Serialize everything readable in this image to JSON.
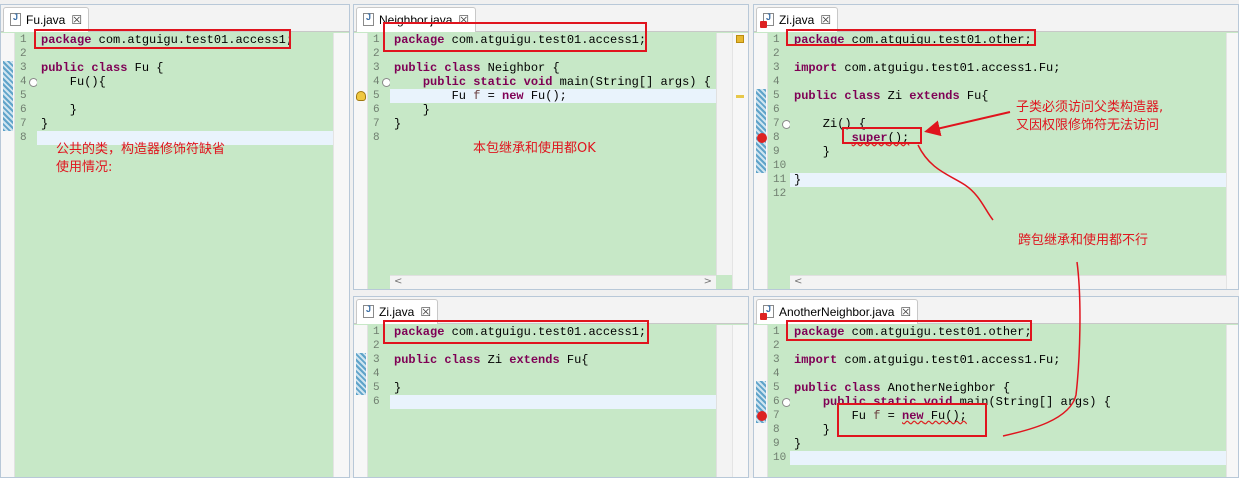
{
  "panes": {
    "fu": {
      "tab": "Fu.java",
      "lines": [
        "1",
        "2",
        "3",
        "4",
        "5",
        "6",
        "7",
        "8"
      ],
      "code": [
        "package com.atguigu.test01.access1;",
        "",
        "public class Fu {",
        "    Fu(){",
        "",
        "    }",
        "}",
        ""
      ]
    },
    "neighbor": {
      "tab": "Neighbor.java",
      "lines": [
        "1",
        "2",
        "3",
        "4",
        "5",
        "6",
        "7",
        "8"
      ],
      "code": [
        "package com.atguigu.test01.access1;",
        "",
        "public class Neighbor {",
        "    public static void main(String[] args) {",
        "        Fu f = new Fu();",
        "    }",
        "}",
        ""
      ]
    },
    "zi_other": {
      "tab": "Zi.java",
      "lines": [
        "1",
        "2",
        "3",
        "4",
        "5",
        "6",
        "7",
        "8",
        "9",
        "10",
        "11",
        "12"
      ],
      "code": [
        "package com.atguigu.test01.other;",
        "",
        "import com.atguigu.test01.access1.Fu;",
        "",
        "public class Zi extends Fu{",
        "",
        "    Zi() {",
        "        super();",
        "    }",
        "",
        "}",
        ""
      ]
    },
    "zi_access1": {
      "tab": "Zi.java",
      "lines": [
        "1",
        "2",
        "3",
        "4",
        "5",
        "6"
      ],
      "code": [
        "package com.atguigu.test01.access1;",
        "",
        "public class Zi extends Fu{",
        "",
        "}",
        ""
      ]
    },
    "another": {
      "tab": "AnotherNeighbor.java",
      "lines": [
        "1",
        "2",
        "3",
        "4",
        "5",
        "6",
        "7",
        "8",
        "9",
        "10"
      ],
      "code": [
        "package com.atguigu.test01.other;",
        "",
        "import com.atguigu.test01.access1.Fu;",
        "",
        "public class AnotherNeighbor {",
        "    public static void main(String[] args) {",
        "        Fu f = new Fu();",
        "    }",
        "}",
        ""
      ]
    }
  },
  "annotations": {
    "fu_note": "公共的类，构造器修饰符缺省\n使用情况:",
    "neighbor_note": "本包继承和使用都OK",
    "zi_note": "子类必须访问父类构造器,\n又因权限修饰符无法访问",
    "cross_note": "跨包继承和使用都不行",
    "color": "#e0141e"
  },
  "ui": {
    "close_glyph": "☒",
    "scroll_left": "<",
    "scroll_right": ">"
  }
}
